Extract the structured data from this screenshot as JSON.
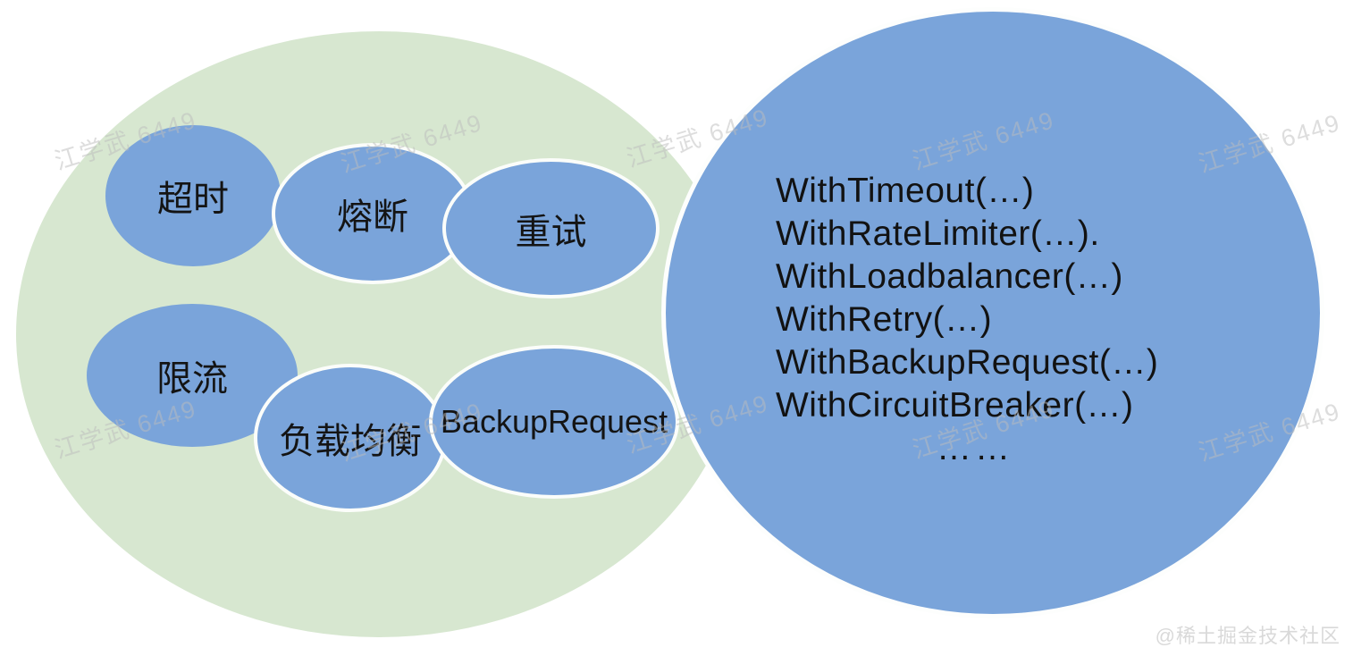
{
  "colors": {
    "background": "#ffffff",
    "green_circle": "#d7e7d0",
    "blue_circle": "#7aa4da",
    "node_fill": "#7aa4da",
    "label_text": "#141414",
    "watermark_gray": "#bdbdbd",
    "credit_gray": "#d9d9d9"
  },
  "left_group": {
    "nodes": [
      {
        "label": "超时"
      },
      {
        "label": "熔断"
      },
      {
        "label": "重试"
      },
      {
        "label": "限流"
      },
      {
        "label": "负载均衡"
      },
      {
        "label": "BackupRequest"
      }
    ]
  },
  "right_group": {
    "lines": [
      "WithTimeout(…)",
      "WithRateLimiter(…).",
      "WithLoadbalancer(…)",
      "WithRetry(…)",
      "WithBackupRequest(…)",
      "WithCircuitBreaker(…)",
      "……"
    ]
  },
  "watermark": {
    "text": "江学武 6449"
  },
  "credit": {
    "text": "@稀土掘金技术社区"
  }
}
